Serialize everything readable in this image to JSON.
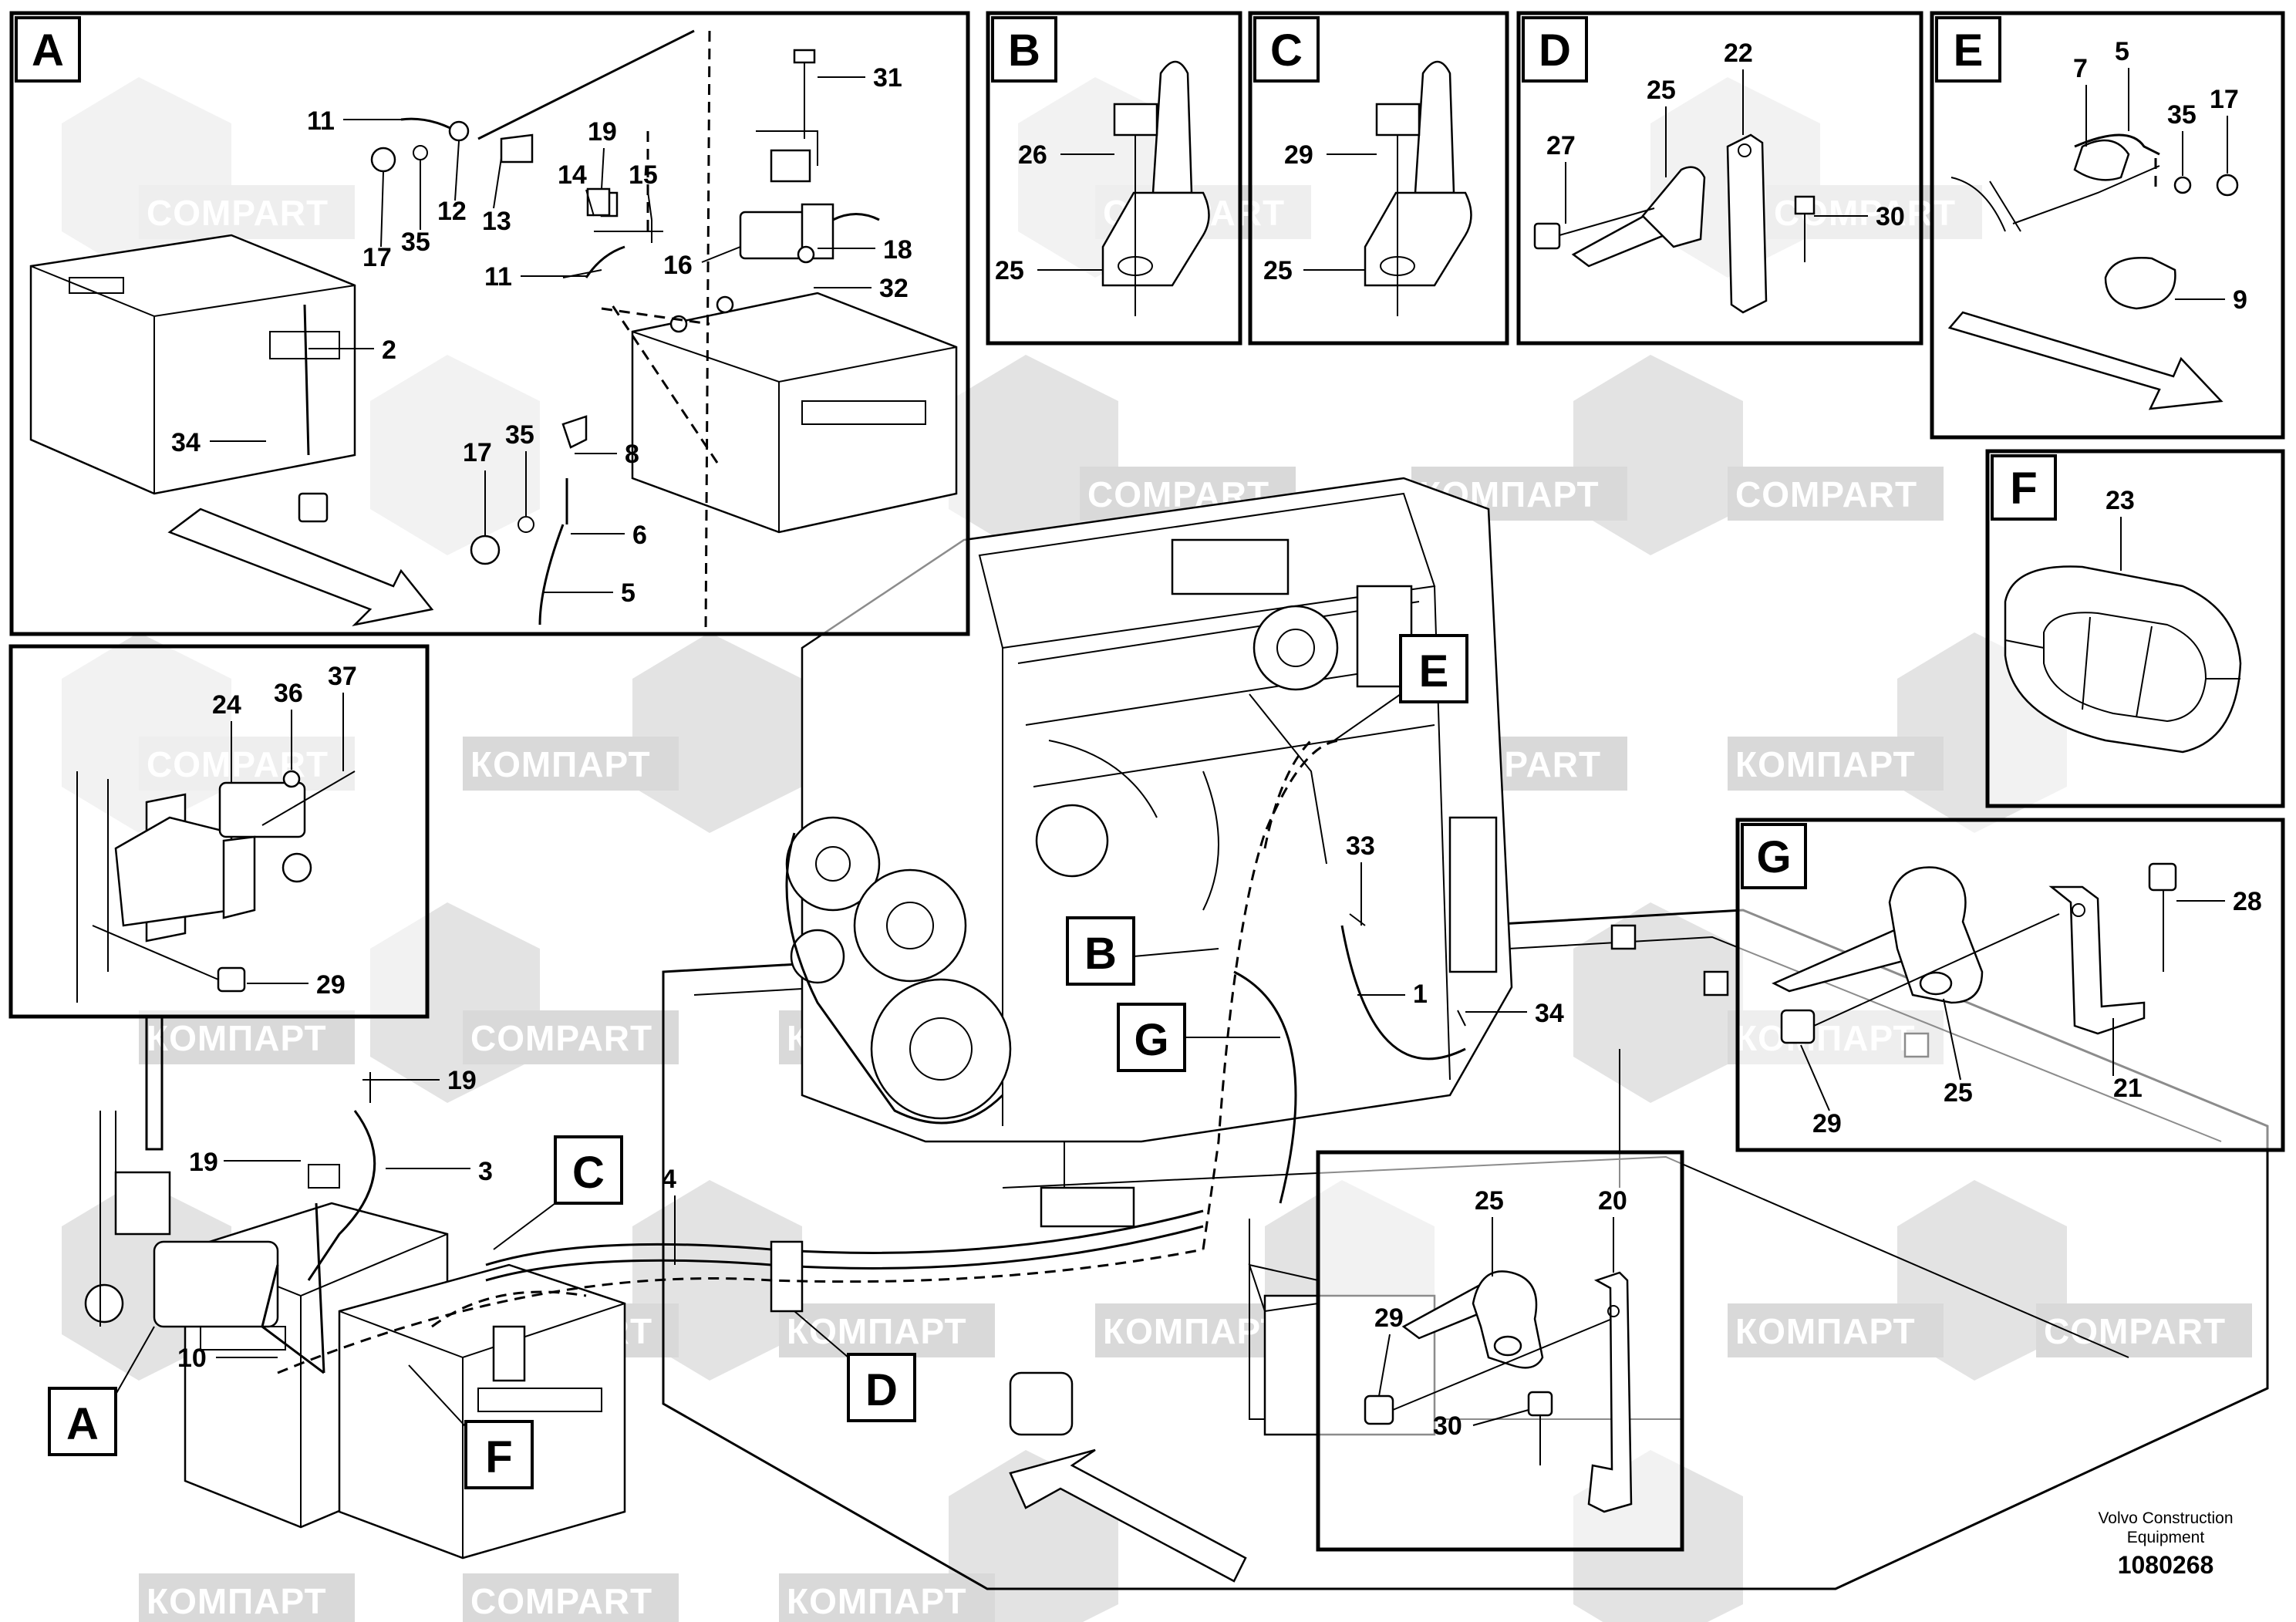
{
  "watermarks": [
    "COMPART",
    "КОМПАРТ"
  ],
  "panels": {
    "A": {
      "letter": "A",
      "labels": [
        "11",
        "12",
        "13",
        "17",
        "35",
        "19",
        "14",
        "15",
        "11",
        "16",
        "31",
        "18",
        "32",
        "2",
        "34",
        "17",
        "35",
        "8",
        "6",
        "5"
      ]
    },
    "B": {
      "letter": "B",
      "labels": [
        "26",
        "25"
      ]
    },
    "C": {
      "letter": "C",
      "labels": [
        "29",
        "25"
      ]
    },
    "D": {
      "letter": "D",
      "labels": [
        "25",
        "22",
        "27",
        "30"
      ]
    },
    "E": {
      "letter": "E",
      "labels": [
        "7",
        "5",
        "35",
        "17",
        "9"
      ]
    },
    "F": {
      "letter": "F",
      "labels": [
        "23"
      ]
    },
    "G": {
      "letter": "G",
      "labels": [
        "28",
        "29",
        "25",
        "21"
      ]
    },
    "AUX": {
      "labels": [
        "24",
        "36",
        "37",
        "29"
      ]
    },
    "DETAIL": {
      "labels": [
        "25",
        "20",
        "29",
        "30"
      ]
    }
  },
  "main_labels": [
    "19",
    "19",
    "3",
    "4",
    "10",
    "33",
    "1",
    "34"
  ],
  "callouts": [
    "A",
    "B",
    "C",
    "D",
    "E",
    "F",
    "G"
  ],
  "footer": {
    "company_line1": "Volvo Construction",
    "company_line2": "Equipment",
    "drawing_number": "1080268"
  }
}
